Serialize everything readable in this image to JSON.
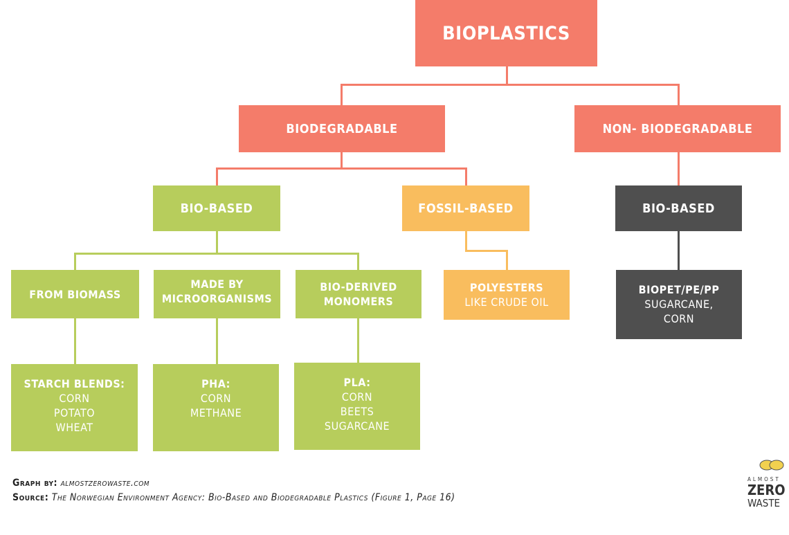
{
  "root": "BIOPLASTICS",
  "level1": [
    "BIODEGRADABLE",
    "NON- BIODEGRADABLE"
  ],
  "level2": [
    "BIO-BASED",
    "FOSSIL-BASED",
    "BIO-BASED"
  ],
  "level3": {
    "from_biomass": "FROM BIOMASS",
    "microorganisms": [
      "MADE BY",
      "MICROORGANISMS"
    ],
    "monomers": [
      "BIO-DERIVED",
      "MONOMERS"
    ],
    "polyesters": [
      "POLYESTERS",
      "LIKE CRUDE OIL"
    ],
    "biopet": [
      "BIOPET/PE/PP",
      "SUGARCANE,",
      "CORN"
    ]
  },
  "level4": {
    "starch": [
      "STARCH BLENDS:",
      "CORN",
      "POTATO",
      "WHEAT"
    ],
    "pha": [
      "PHA:",
      "CORN",
      "METHANE"
    ],
    "pla": [
      "PLA:",
      "CORN",
      "BEETS",
      "SUGARCANE"
    ]
  },
  "footer": {
    "graph_label": "Graph by:",
    "graph_value": "almostzerowaste.com",
    "source_label": "Source:",
    "source_value": "The Norwegian Environment Agency: Bio-Based and Biodegradable Plastics (Figure 1, Page 16)"
  },
  "logo": {
    "line1": "ALMOST",
    "line2": "ZERO",
    "line3": "WASTE"
  },
  "colors": {
    "biodegradable": "#f47c6a",
    "bio_based": "#b7cd5c",
    "fossil_based": "#f9bd5e",
    "non_biodegradable_bio_based": "#4f4f4f"
  }
}
